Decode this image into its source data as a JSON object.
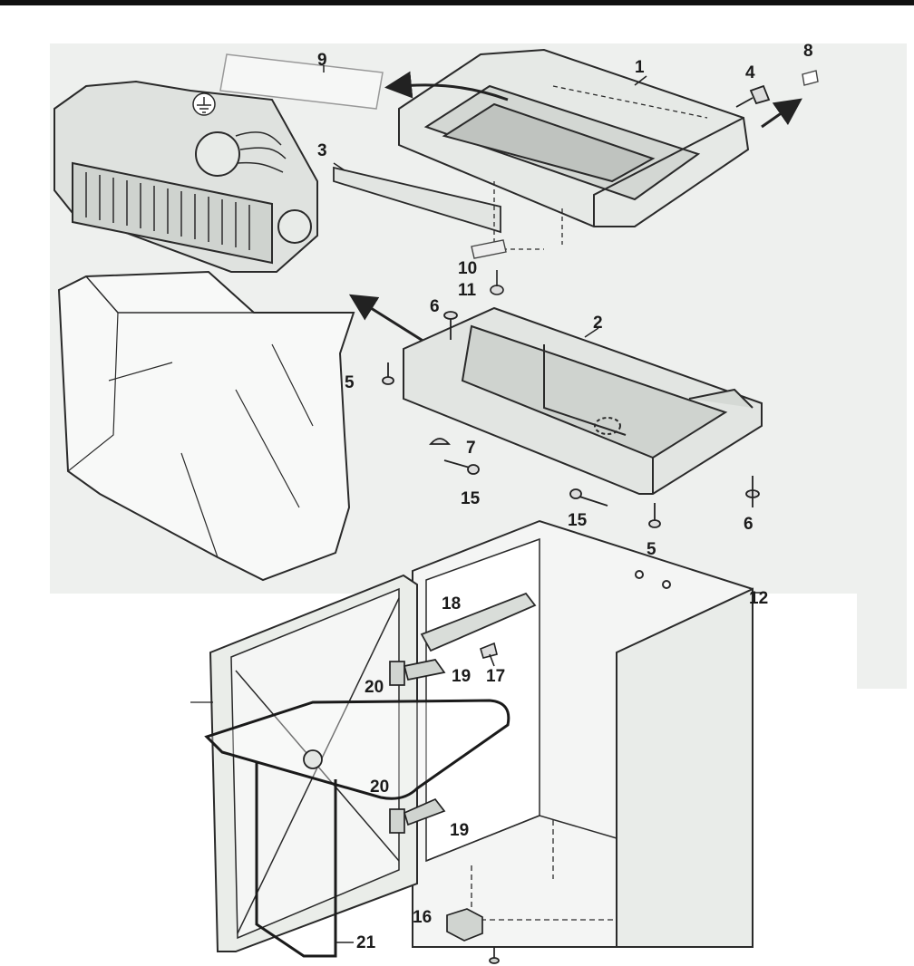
{
  "labels": {
    "p1": "1",
    "p2": "2",
    "p3": "3",
    "p4": "4",
    "p5a": "5",
    "p5b": "5",
    "p6a": "6",
    "p6b": "6",
    "p7": "7",
    "p8": "8",
    "p9": "9",
    "p10": "10",
    "p11": "11",
    "p12": "12",
    "p15a": "15",
    "p15b": "15",
    "p16": "16",
    "p17": "17",
    "p18": "18",
    "p19a": "19",
    "p19b": "19",
    "p20a": "20",
    "p20b": "20",
    "p21": "21"
  },
  "colors": {
    "line": "#2a2a2a",
    "panel": "#ecefec",
    "shade": "#d8dcd8",
    "background": "#ffffff"
  }
}
